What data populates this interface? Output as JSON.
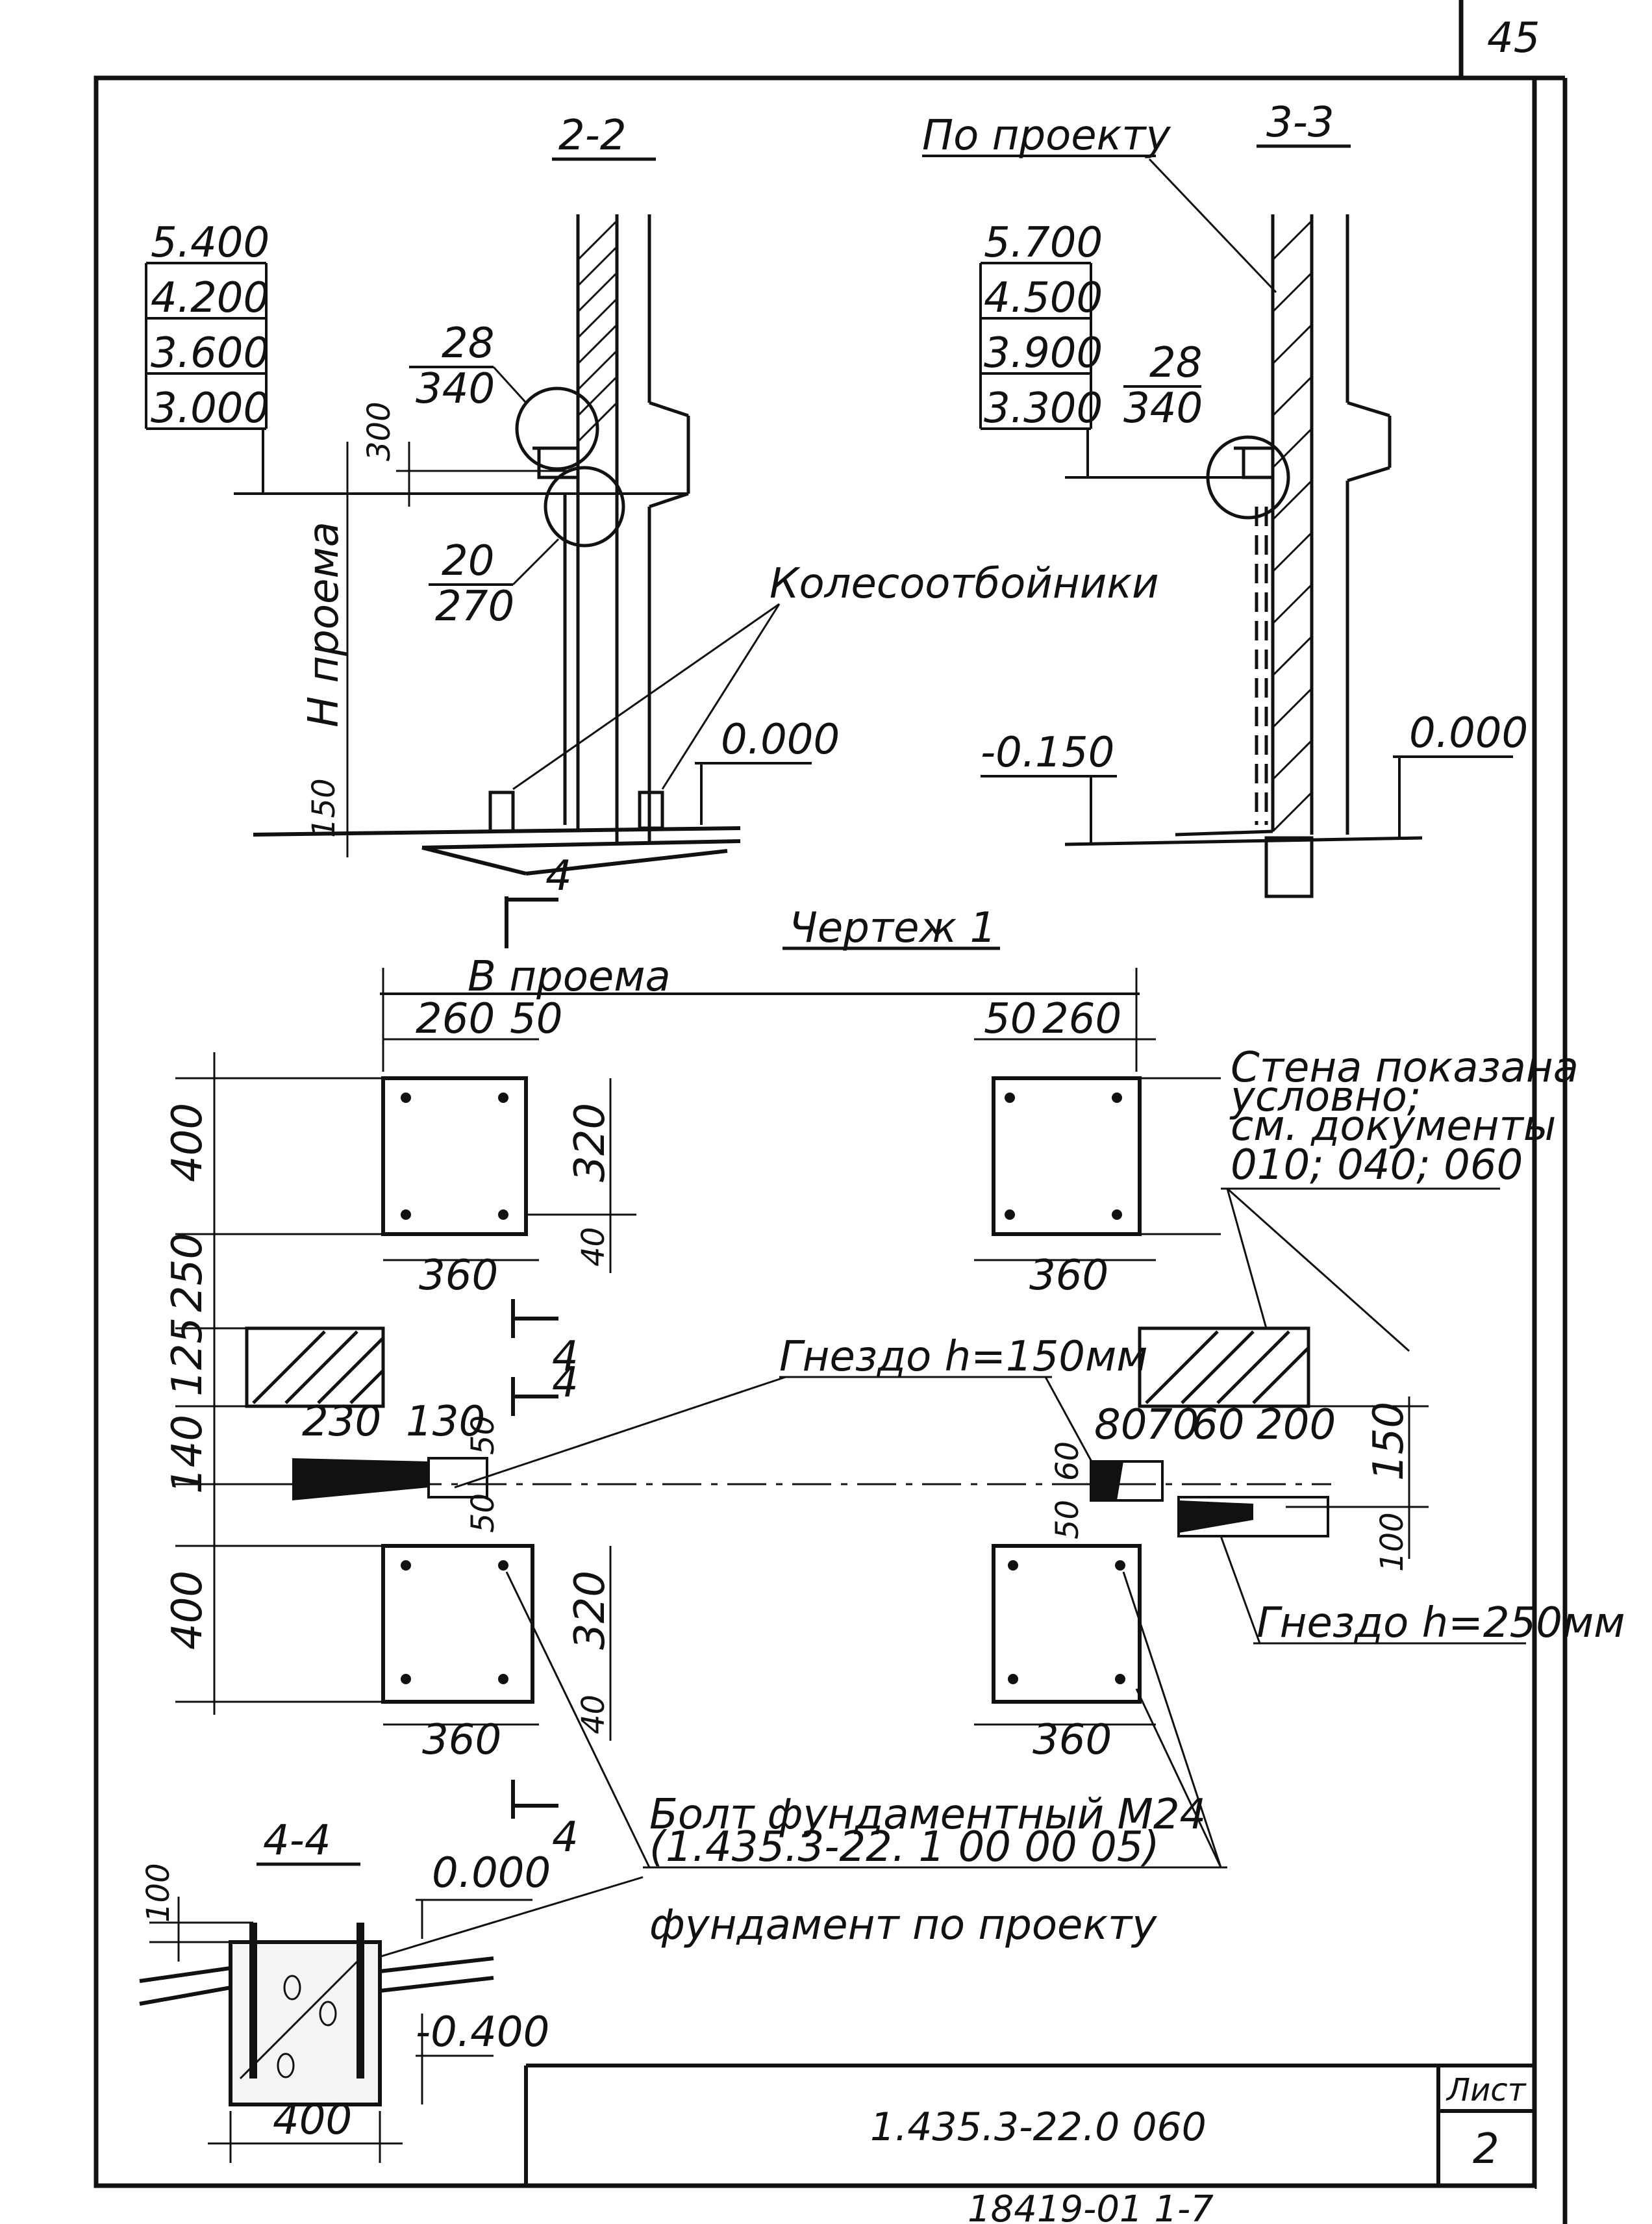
{
  "sheet": {
    "corner_number": "45",
    "code": "1.435.3-22.0  060",
    "list_label": "Лист",
    "list_number": "2",
    "bottom_stamp": "18419-01 1-7"
  },
  "section_2_2": {
    "title": "2-2",
    "levels": [
      "5.400",
      "4.200",
      "3.600",
      "3.000"
    ],
    "callout_top": {
      "num": "28",
      "den": "340"
    },
    "callout_bottom": {
      "num": "20",
      "den": "270"
    },
    "dim_300": "300",
    "dim_150": "150",
    "h_label": "H проема",
    "zero_level": "0.000",
    "wheel_guards": "Колесоотбойники",
    "section_marker": "4"
  },
  "section_3_3": {
    "title": "3-3",
    "po_proektu": "По проекту",
    "levels": [
      "5.700",
      "4.500",
      "3.900",
      "3.300"
    ],
    "callout": {
      "num": "28",
      "den": "340"
    },
    "minus_level": "-0.150",
    "zero_level": "0.000"
  },
  "drawing_1": {
    "title": "Чертеж 1",
    "b_label": "B проема",
    "left": {
      "dims_top": [
        "260",
        "50"
      ],
      "dims_vert": [
        "400",
        "250",
        "125",
        "140",
        "400"
      ],
      "dim_320_a": "320",
      "dim_40_a": "40",
      "dim_360_a": "360",
      "dims_nest": [
        "230",
        "130",
        "50"
      ],
      "dim_50_low": "50",
      "dim_320_b": "320",
      "dim_40_b": "40",
      "dim_360_b": "360",
      "marker_4": "4"
    },
    "right": {
      "dims_top": [
        "50",
        "260"
      ],
      "dim_360_a": "360",
      "dims_nest": [
        "80",
        "70",
        "60",
        "200"
      ],
      "dims_vert_small": [
        "60",
        "50"
      ],
      "dim_150": "150",
      "dim_100": "100",
      "dim_360_b": "360"
    },
    "wall_note": [
      "Стена показана",
      "условно;",
      "см. документы",
      "010; 040; 060"
    ],
    "nest_150": "Гнездо h=150мм",
    "nest_250": "Гнездо h=250мм",
    "bolt_note": [
      "Болт фундаментный М24",
      "(1.435.3-22. 1 00 00 05)"
    ],
    "foundation_note": "фундамент  по проекту"
  },
  "section_4_4": {
    "title": "4-4",
    "dim_100": "100",
    "zero_level": "0.000",
    "minus_level": "-0.400",
    "width": "400"
  }
}
